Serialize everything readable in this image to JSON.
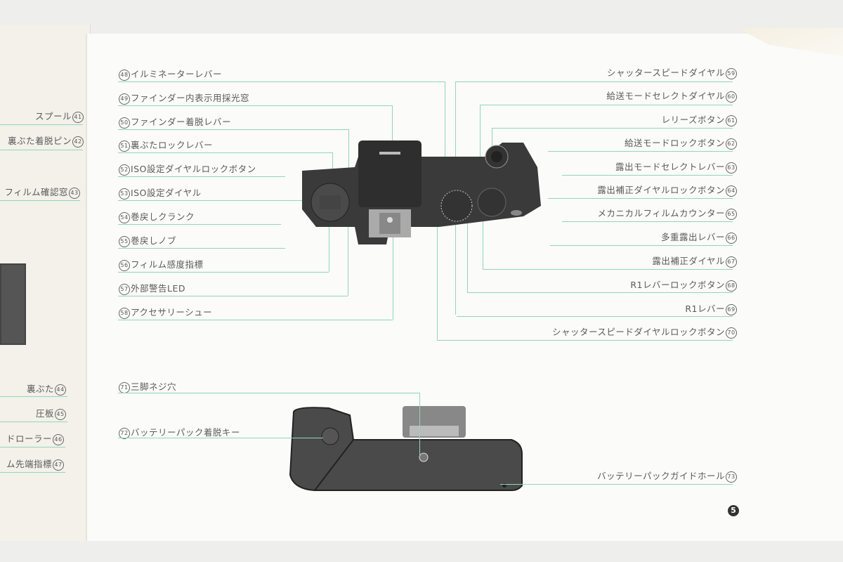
{
  "document": {
    "page_number": "5",
    "accent_color": "#8fd6bf",
    "left_page_labels": [
      {
        "text": "スプール",
        "num": "41"
      },
      {
        "text": "裏ぶた着脱ピン",
        "num": "42"
      },
      {
        "text": "フィルム確認窓",
        "num": "43"
      },
      {
        "text": "裏ぶた",
        "num": "44"
      },
      {
        "text": "圧板",
        "num": "45"
      },
      {
        "text": "ドローラー",
        "num": "46"
      },
      {
        "text": "ム先端指標",
        "num": "47"
      }
    ],
    "top_view_left_labels": [
      {
        "num": "48",
        "text": "イルミネーターレバー"
      },
      {
        "num": "49",
        "text": "ファインダー内表示用採光窓"
      },
      {
        "num": "50",
        "text": "ファインダー着脱レバー"
      },
      {
        "num": "51",
        "text": "裏ぶたロックレバー"
      },
      {
        "num": "52",
        "text": "ISO設定ダイヤルロックボタン"
      },
      {
        "num": "53",
        "text": "ISO設定ダイヤル"
      },
      {
        "num": "54",
        "text": "巻戻しクランク"
      },
      {
        "num": "55",
        "text": "巻戻しノブ"
      },
      {
        "num": "56",
        "text": "フィルム感度指標"
      },
      {
        "num": "57",
        "text": "外部警告LED"
      },
      {
        "num": "58",
        "text": "アクセサリーシュー"
      }
    ],
    "top_view_right_labels": [
      {
        "text": "シャッタースピードダイヤル",
        "num": "59"
      },
      {
        "text": "給送モードセレクトダイヤル",
        "num": "60"
      },
      {
        "text": "レリーズボタン",
        "num": "61"
      },
      {
        "text": "給送モードロックボタン",
        "num": "62"
      },
      {
        "text": "露出モードセレクトレバー",
        "num": "63"
      },
      {
        "text": "露出補正ダイヤルロックボタン",
        "num": "64"
      },
      {
        "text": "メカニカルフィルムカウンター",
        "num": "65"
      },
      {
        "text": "多重露出レバー",
        "num": "66"
      },
      {
        "text": "露出補正ダイヤル",
        "num": "67"
      },
      {
        "text": "R1レバーロックボタン",
        "num": "68"
      },
      {
        "text": "R1レバー",
        "num": "69"
      },
      {
        "text": "シャッタースピードダイヤルロックボタン",
        "num": "70"
      }
    ],
    "bottom_view_labels": [
      {
        "num": "71",
        "text": "三脚ネジ穴",
        "side": "left"
      },
      {
        "num": "72",
        "text": "バッテリーパック着脱キー",
        "side": "left"
      },
      {
        "num": "73",
        "text": "バッテリーパックガイドホール",
        "side": "right"
      }
    ],
    "images": {
      "top_view": "camera-top-view",
      "bottom_view": "camera-bottom-view"
    }
  }
}
